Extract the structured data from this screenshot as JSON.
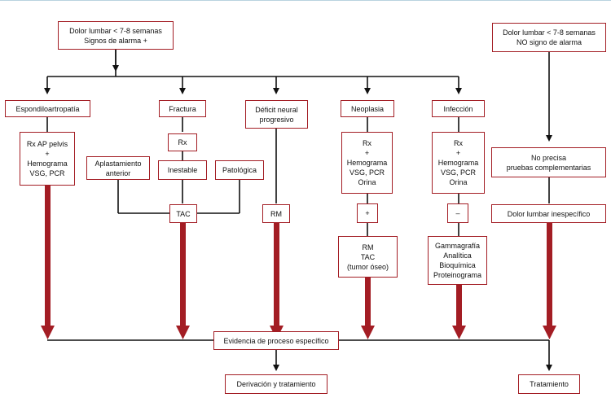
{
  "top": {
    "alarm": "Dolor lumbar < 7-8 semanas\nSignos de alarma +",
    "no_alarm": "Dolor lumbar < 7-8 semanas\nNO signo de alarma"
  },
  "branches": {
    "espondilo": {
      "title": "Espondiloartropatía",
      "tests": "Rx AP pelvis\n+\nHemograma\nVSG, PCR"
    },
    "fractura": {
      "title": "Fractura",
      "rx": "Rx",
      "aplastamiento": "Aplastamiento\nanterior",
      "inestable": "Inestable",
      "patologica": "Patológica",
      "tac": "TAC"
    },
    "deficit": {
      "title": "Déficit neural\nprogresivo",
      "rm": "RM"
    },
    "neoplasia": {
      "title": "Neoplasia",
      "tests": "Rx\n+\nHemograma\nVSG, PCR\nOrina",
      "sign": "+",
      "result": "RM\nTAC\n(tumor óseo)"
    },
    "infeccion": {
      "title": "Infección",
      "tests": "Rx\n+\nHemograma\nVSG, PCR\nOrina",
      "sign": "–",
      "result": "Gammagrafía\nAnalítica\nBioquímica\nProteinograma"
    }
  },
  "right": {
    "no_precisa": "No precisa\npruebas complementarias",
    "inespecifico": "Dolor lumbar inespecífico",
    "tratamiento": "Tratamiento"
  },
  "bottom": {
    "evidencia": "Evidencia de proceso específico",
    "derivacion": "Derivación y tratamiento"
  },
  "colors": {
    "accent": "#a31d24",
    "line": "#111111",
    "thick_arrow": "#a31d24"
  }
}
